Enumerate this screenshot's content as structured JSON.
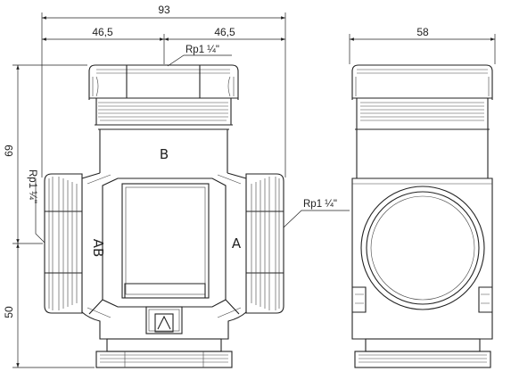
{
  "dimensions": {
    "overall_width": "93",
    "left_half": "46,5",
    "right_half": "46,5",
    "side_width": "58",
    "height_upper": "69",
    "height_lower": "50"
  },
  "threads": {
    "top": "Rp1 ¼\"",
    "left": "Rp1 ¼\"",
    "right": "Rp1 ¼\""
  },
  "ports": {
    "top": "B",
    "left": "AB",
    "right": "A"
  }
}
